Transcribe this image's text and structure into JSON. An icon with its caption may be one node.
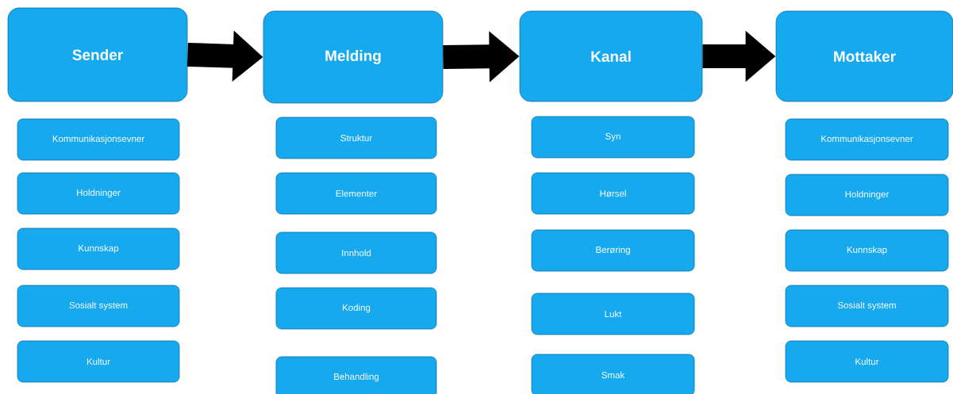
{
  "diagram": {
    "nodes": [
      {
        "text": [
          "Sender"
        ]
      },
      {
        "text": [
          "Melding"
        ]
      },
      {
        "text": [
          "Kanal"
        ]
      },
      {
        "text": [
          "Mottaker"
        ]
      },
      {
        "text": [
          "Kommunikasjonsevner"
        ]
      },
      {
        "text": [
          "Holdninger"
        ]
      },
      {
        "text": [
          "Kunnskap"
        ]
      },
      {
        "text": [
          "Sosialt system"
        ]
      },
      {
        "text": [
          "Kultur"
        ]
      },
      {
        "text": [
          "Struktur"
        ]
      },
      {
        "text": [
          "Elementer"
        ]
      },
      {
        "text": [
          "Innhold"
        ]
      },
      {
        "text": [
          "Koding"
        ]
      },
      {
        "text": [
          "Behandling"
        ]
      },
      {
        "text": [
          "Syn"
        ]
      },
      {
        "text": [
          "Hørsel"
        ]
      },
      {
        "text": [
          "Berøring"
        ]
      },
      {
        "text": [
          "Lukt"
        ]
      },
      {
        "text": [
          "Smak"
        ]
      },
      {
        "text": [
          "Kommunikasjonsevner"
        ]
      },
      {
        "text": [
          "Holdninger"
        ]
      },
      {
        "text": [
          "Kunnskap"
        ]
      },
      {
        "text": [
          "Sosialt system"
        ]
      },
      {
        "text": [
          "Kultur"
        ]
      }
    ],
    "edges": [
      {
        "from": 0,
        "to": 1,
        "arrow": "to"
      },
      {
        "from": 1,
        "to": 2,
        "arrow": "to"
      },
      {
        "from": 2,
        "to": 3,
        "arrow": "to"
      }
    ]
  }
}
